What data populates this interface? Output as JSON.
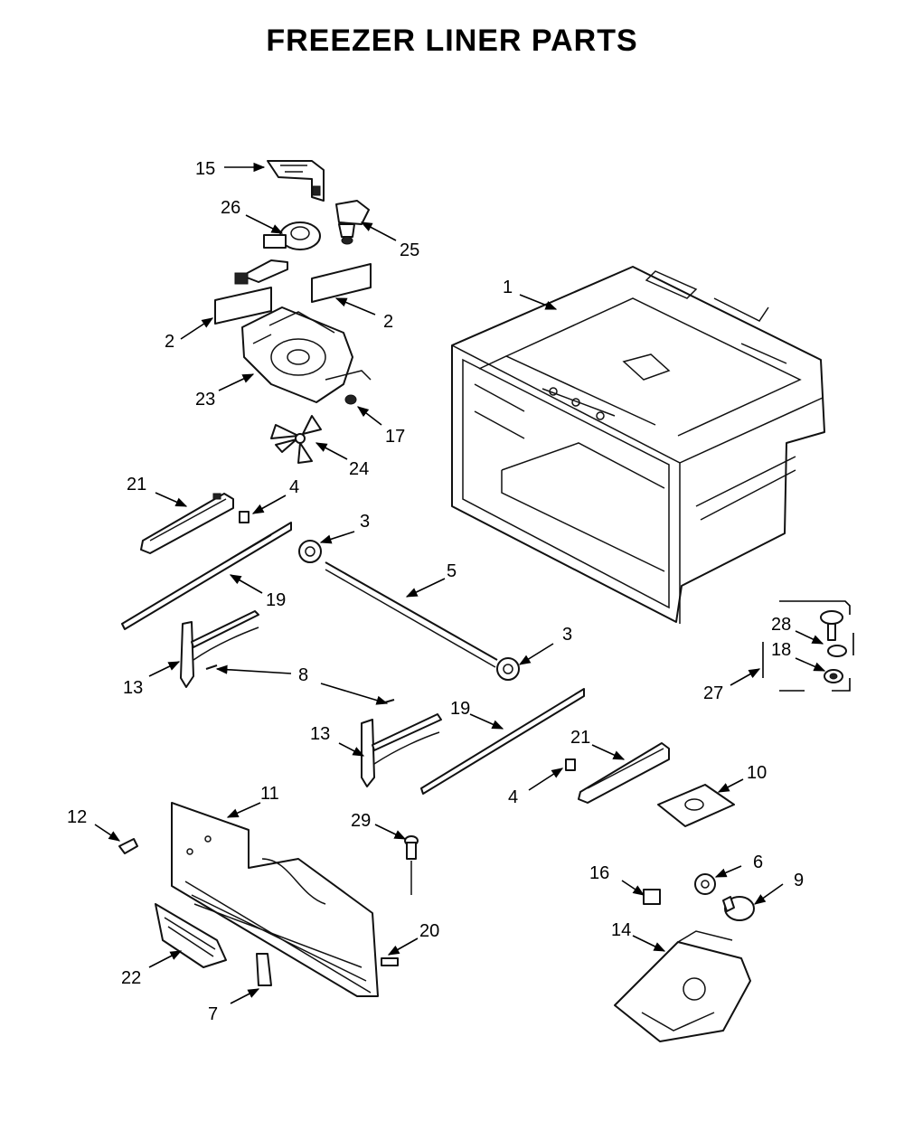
{
  "title": "FREEZER LINER PARTS",
  "callouts": [
    {
      "id": "c15",
      "label": "15"
    },
    {
      "id": "c26",
      "label": "26"
    },
    {
      "id": "c25",
      "label": "25"
    },
    {
      "id": "c2a",
      "label": "2"
    },
    {
      "id": "c2b",
      "label": "2"
    },
    {
      "id": "c23",
      "label": "23"
    },
    {
      "id": "c17",
      "label": "17"
    },
    {
      "id": "c24",
      "label": "24"
    },
    {
      "id": "c1",
      "label": "1"
    },
    {
      "id": "c21a",
      "label": "21"
    },
    {
      "id": "c4a",
      "label": "4"
    },
    {
      "id": "c3a",
      "label": "3"
    },
    {
      "id": "c5",
      "label": "5"
    },
    {
      "id": "c19a",
      "label": "19"
    },
    {
      "id": "c3b",
      "label": "3"
    },
    {
      "id": "c13a",
      "label": "13"
    },
    {
      "id": "c8",
      "label": "8"
    },
    {
      "id": "c28",
      "label": "28"
    },
    {
      "id": "c18",
      "label": "18"
    },
    {
      "id": "c27",
      "label": "27"
    },
    {
      "id": "c13b",
      "label": "13"
    },
    {
      "id": "c19b",
      "label": "19"
    },
    {
      "id": "c21b",
      "label": "21"
    },
    {
      "id": "c10",
      "label": "10"
    },
    {
      "id": "c4b",
      "label": "4"
    },
    {
      "id": "c11",
      "label": "11"
    },
    {
      "id": "c12",
      "label": "12"
    },
    {
      "id": "c29",
      "label": "29"
    },
    {
      "id": "c16",
      "label": "16"
    },
    {
      "id": "c6",
      "label": "6"
    },
    {
      "id": "c9",
      "label": "9"
    },
    {
      "id": "c20",
      "label": "20"
    },
    {
      "id": "c14",
      "label": "14"
    },
    {
      "id": "c22",
      "label": "22"
    },
    {
      "id": "c7",
      "label": "7"
    }
  ]
}
